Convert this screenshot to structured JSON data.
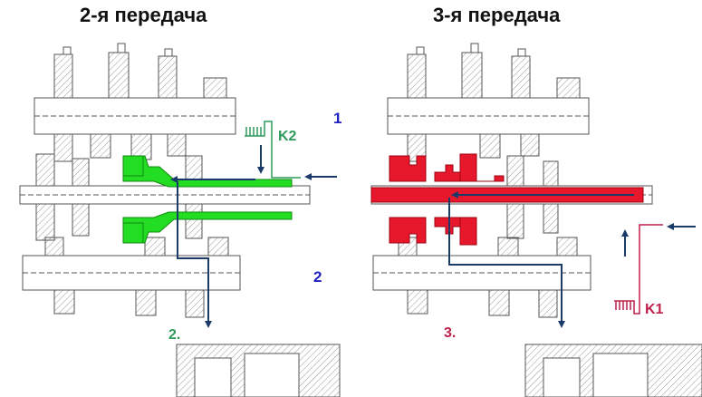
{
  "titles": {
    "left": "2-я передача",
    "right": "3-я передача"
  },
  "labels": {
    "clutch_k2": "K2",
    "clutch_k1": "K1",
    "shaft_1": "1",
    "shaft_2": "2",
    "gear_2": "2.",
    "gear_3": "3."
  },
  "colors": {
    "gear2_highlight": "#22dd22",
    "gear3_highlight": "#e8182c",
    "k2_line": "#2e9a5a",
    "k1_line": "#c0204a",
    "flow_arrow": "#1a3a6a",
    "shaft_number": "#2020c0",
    "drawing": "#555555"
  }
}
